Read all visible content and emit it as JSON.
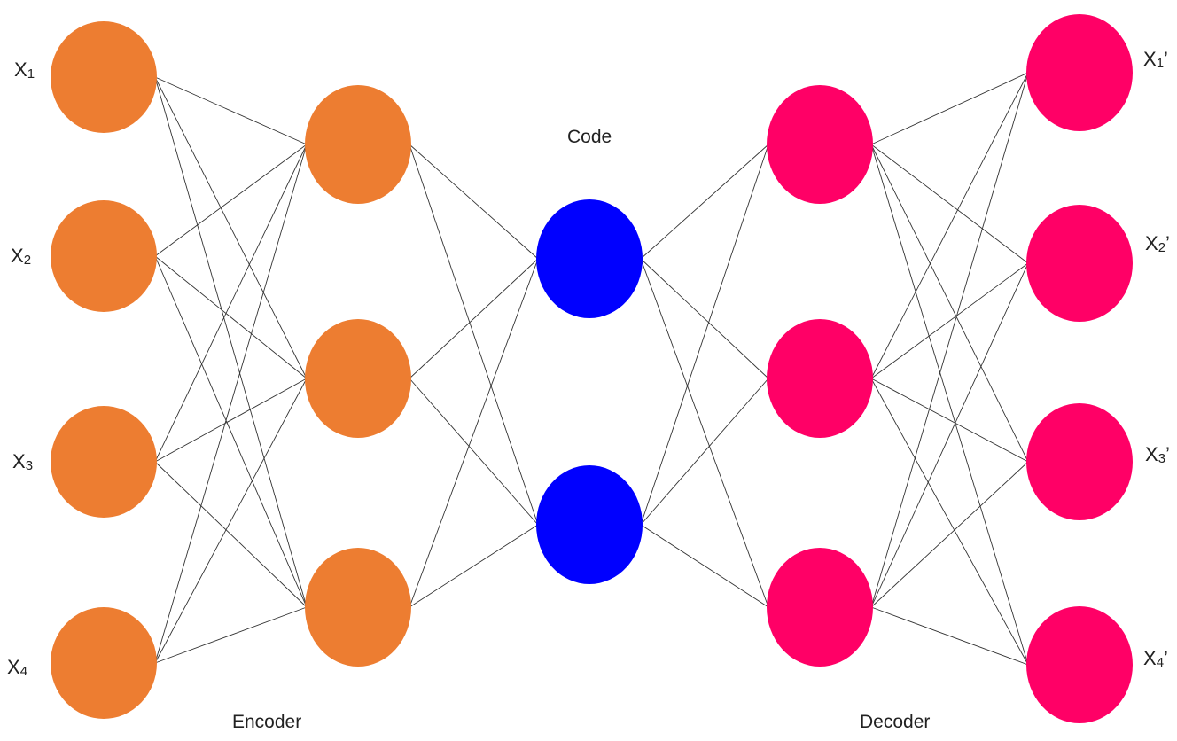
{
  "colors": {
    "encoder": "#ED7D31",
    "code": "#0000FF",
    "decoder": "#FF0066",
    "edge": "#333333"
  },
  "layers": [
    {
      "name": "input",
      "color_key": "encoder",
      "count": 4
    },
    {
      "name": "encoder-hidden",
      "color_key": "encoder",
      "count": 3
    },
    {
      "name": "code",
      "color_key": "code",
      "count": 2
    },
    {
      "name": "decoder-hidden",
      "color_key": "decoder",
      "count": 3
    },
    {
      "name": "output",
      "color_key": "decoder",
      "count": 4
    }
  ],
  "input_labels": [
    {
      "main": "X",
      "sub": "1",
      "prime": ""
    },
    {
      "main": "X",
      "sub": "2",
      "prime": ""
    },
    {
      "main": "X",
      "sub": "3",
      "prime": ""
    },
    {
      "main": "X",
      "sub": "4",
      "prime": ""
    }
  ],
  "output_labels": [
    {
      "main": "X",
      "sub": "1",
      "prime": "’"
    },
    {
      "main": "X",
      "sub": "2",
      "prime": "’"
    },
    {
      "main": "X",
      "sub": "3",
      "prime": "’"
    },
    {
      "main": "X",
      "sub": "4",
      "prime": "’"
    }
  ],
  "captions": {
    "code": "Code",
    "encoder": "Encoder",
    "decoder": "Decoder"
  }
}
